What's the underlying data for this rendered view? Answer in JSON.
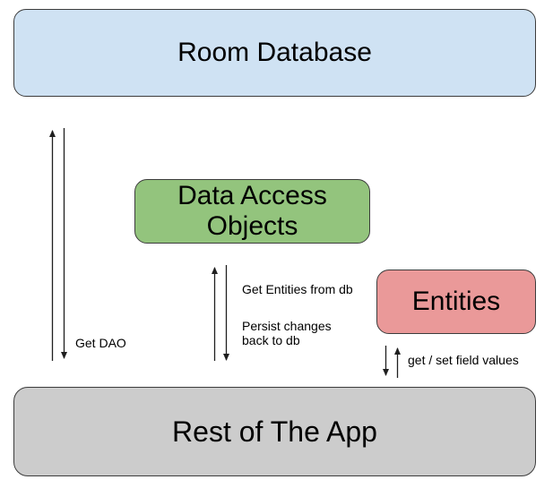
{
  "nodes": {
    "room_database": {
      "label": "Room Database",
      "fill": "#cfe2f3"
    },
    "data_access_objects": {
      "label": "Data Access Objects",
      "fill": "#93c47d"
    },
    "entities": {
      "label": "Entities",
      "fill": "#ea9999"
    },
    "rest_of_app": {
      "label": "Rest of The App",
      "fill": "#cccccc"
    }
  },
  "edges": {
    "rest_to_room_db": {
      "label": "Get DAO"
    },
    "dao_to_rest_get": {
      "label": "Get Entities from db"
    },
    "rest_to_dao_persist": {
      "label": "Persist changes back to db"
    },
    "entities_to_rest": {
      "label": "get / set field values"
    }
  },
  "colors": {
    "background": "#ffffff",
    "node_border": "#3c3c3c",
    "arrow": "#1f1f1f",
    "text": "#000000"
  }
}
